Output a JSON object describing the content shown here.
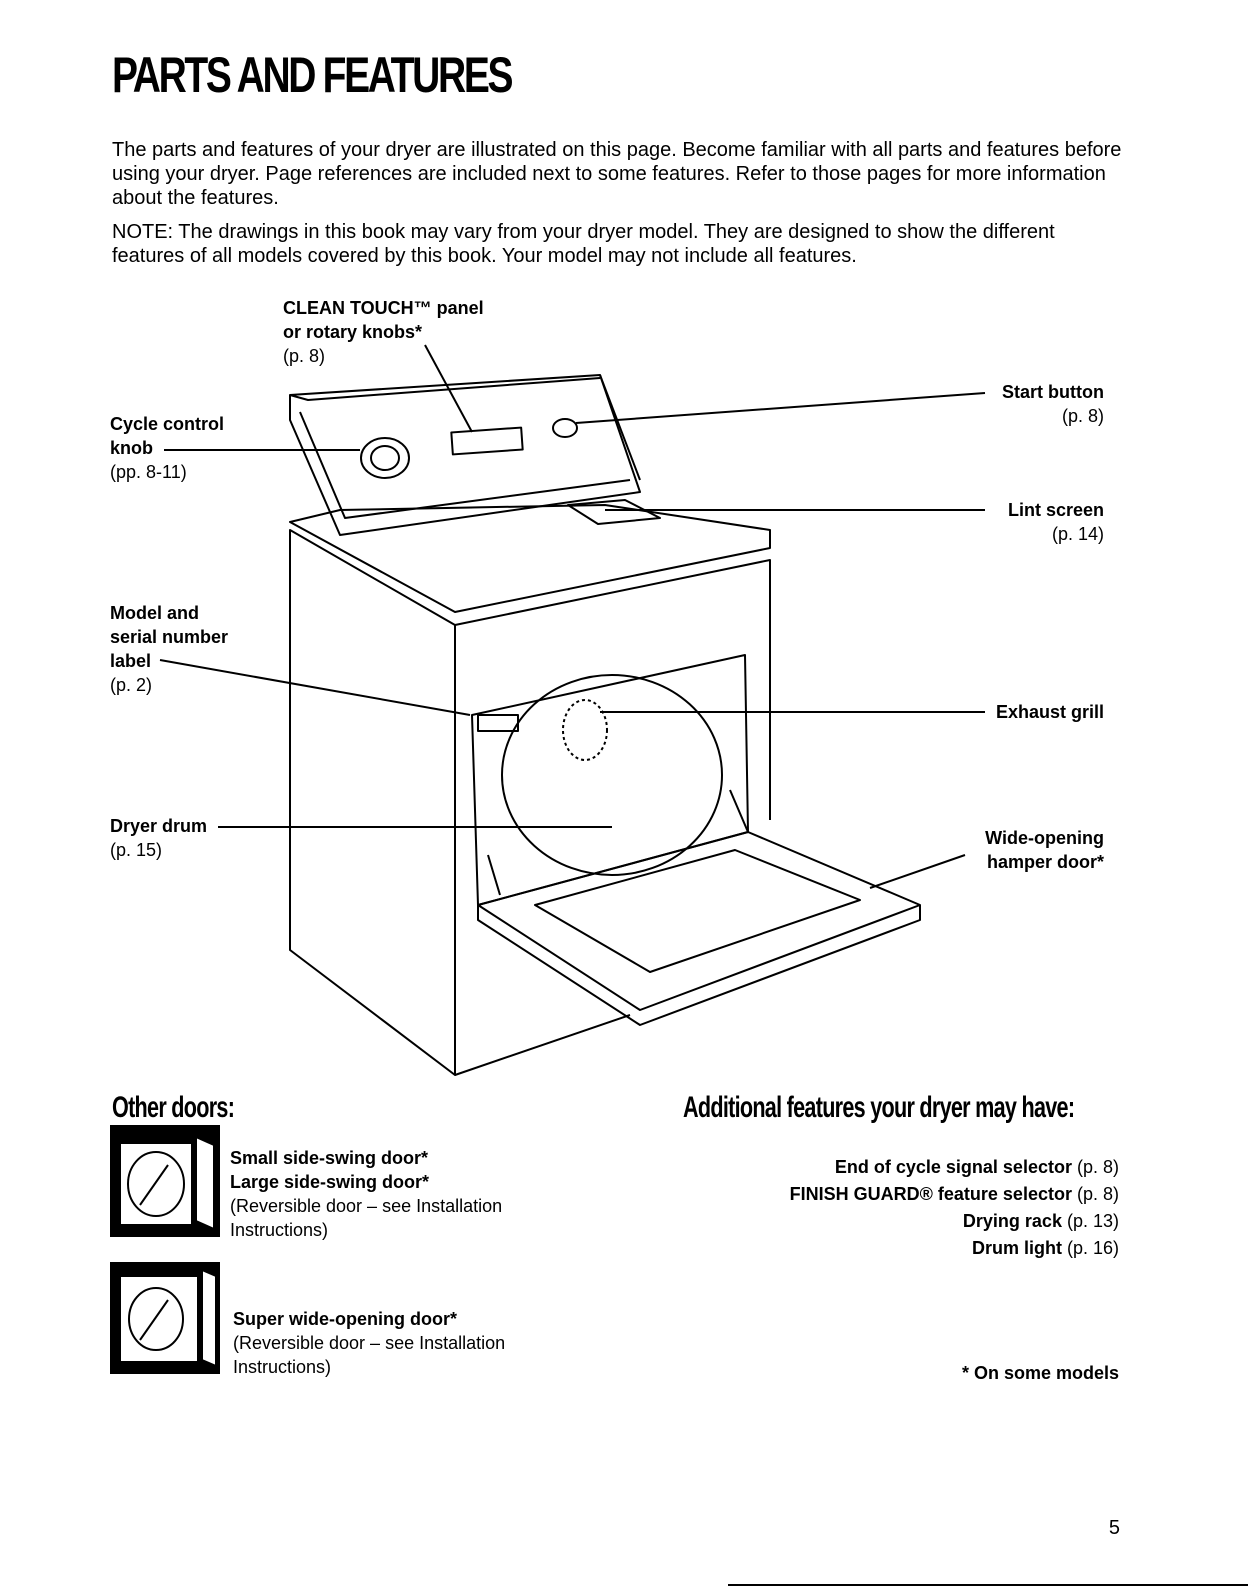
{
  "header": {
    "title": "PARTS AND FEATURES",
    "intro_paragraph": "The parts and features of your dryer are illustrated on this page. Become familiar with all parts and features before using your dryer. Page references are included next to some features. Refer to those pages for more information about the features.",
    "note_paragraph": "NOTE: The drawings in this book may vary from your dryer model. They are designed to show the different features of all models covered by this book. Your model may not include all features."
  },
  "callouts": {
    "clean_touch": {
      "line1": "CLEAN TOUCH™ panel",
      "line2": "or rotary knobs*",
      "page": "(p. 8)"
    },
    "cycle_control": {
      "line1": "Cycle control",
      "line2": "knob",
      "page": "(pp. 8-11)"
    },
    "start_button": {
      "label": "Start button",
      "page": "(p. 8)"
    },
    "lint_screen": {
      "label": "Lint screen",
      "page": "(p. 14)"
    },
    "model_serial": {
      "line1": "Model and",
      "line2": "serial number",
      "line3": "label",
      "page": "(p. 2)"
    },
    "exhaust_grill": {
      "label": "Exhaust grill"
    },
    "dryer_drum": {
      "label": "Dryer drum",
      "page": "(p. 15)"
    },
    "hamper_door": {
      "line1": "Wide-opening",
      "line2": "hamper door*"
    }
  },
  "other_doors": {
    "heading": "Other doors:",
    "item1": {
      "line1": "Small side-swing door*",
      "line2": "Large side-swing door*",
      "note1": "(Reversible door – see Installation",
      "note2": "Instructions)"
    },
    "item2": {
      "line1": "Super wide-opening door*",
      "note1": "(Reversible door – see Installation",
      "note2": "Instructions)"
    }
  },
  "additional_features": {
    "heading": "Additional features your dryer may have:",
    "items": [
      {
        "label": "End of cycle signal selector",
        "page": "(p. 8)"
      },
      {
        "label": "FINISH GUARD® feature selector",
        "page": "(p. 8)"
      },
      {
        "label": "Drying rack",
        "page": "(p. 13)"
      },
      {
        "label": "Drum light",
        "page": "(p. 16)"
      }
    ]
  },
  "footnote": "* On some models",
  "page_number": "5"
}
